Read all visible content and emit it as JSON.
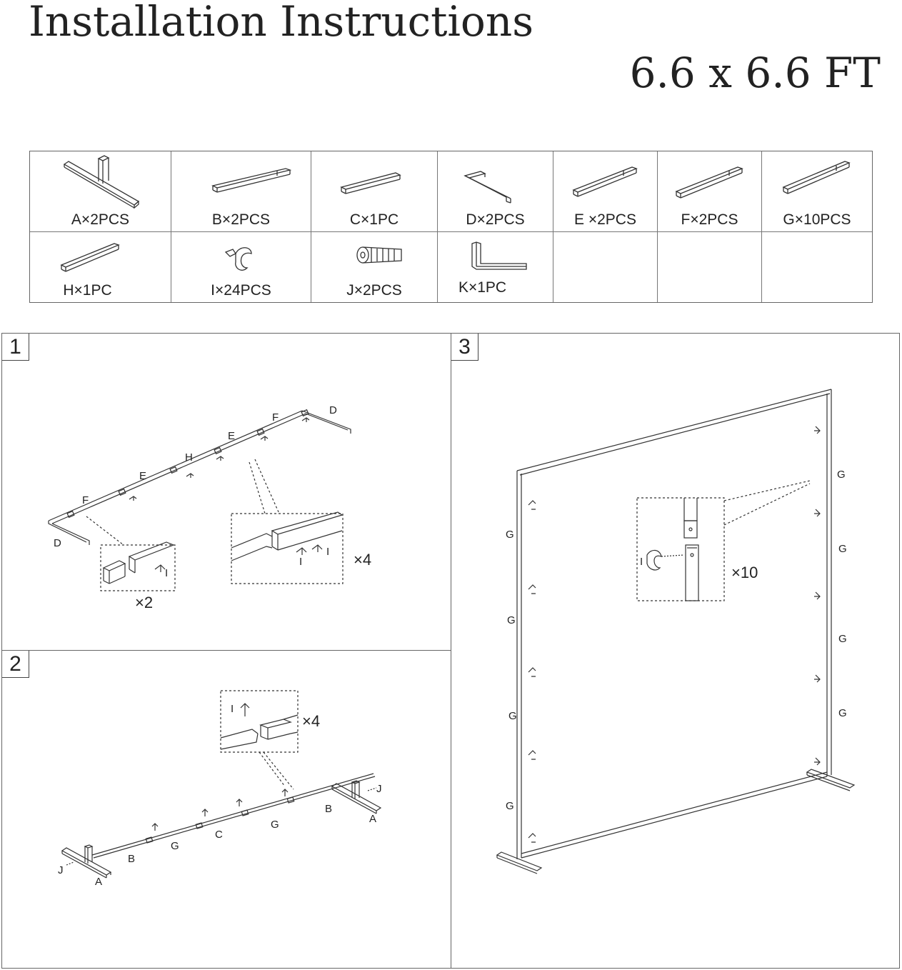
{
  "header": {
    "title": "Installation Instructions",
    "size": "6.6 x 6.6 FT"
  },
  "parts": [
    {
      "label": "A×2PCS",
      "icon": "base-foot-icon"
    },
    {
      "label": "B×2PCS",
      "icon": "tube-icon"
    },
    {
      "label": "C×1PC",
      "icon": "tube-icon"
    },
    {
      "label": "D×2PCS",
      "icon": "corner-tube-icon"
    },
    {
      "label": "E ×2PCS",
      "icon": "tube-icon"
    },
    {
      "label": "F×2PCS",
      "icon": "tube-icon"
    },
    {
      "label": "G×10PCS",
      "icon": "tube-icon"
    },
    {
      "label": "H×1PC",
      "icon": "tube-icon"
    },
    {
      "label": "I×24PCS",
      "icon": "wing-screw-icon"
    },
    {
      "label": "J×2PCS",
      "icon": "bolt-icon"
    },
    {
      "label": "K×1PC",
      "icon": "allen-key-icon"
    }
  ],
  "steps": {
    "step1": {
      "number": "1",
      "labels": [
        "D",
        "F",
        "E",
        "H",
        "E",
        "F",
        "D"
      ],
      "detail_left_label": "I",
      "detail_left_mult": "×2",
      "detail_right_label_1": "I",
      "detail_right_label_2": "I",
      "detail_right_mult": "×4"
    },
    "step2": {
      "number": "2",
      "labels": [
        "A",
        "J",
        "B",
        "G",
        "C",
        "G",
        "B",
        "A",
        "J"
      ],
      "detail_label": "I",
      "detail_mult": "×4"
    },
    "step3": {
      "number": "3",
      "left_labels": [
        "G",
        "G",
        "G",
        "G"
      ],
      "right_labels": [
        "G",
        "G",
        "G",
        "G"
      ],
      "detail_label": "I",
      "detail_mult": "×10"
    }
  }
}
